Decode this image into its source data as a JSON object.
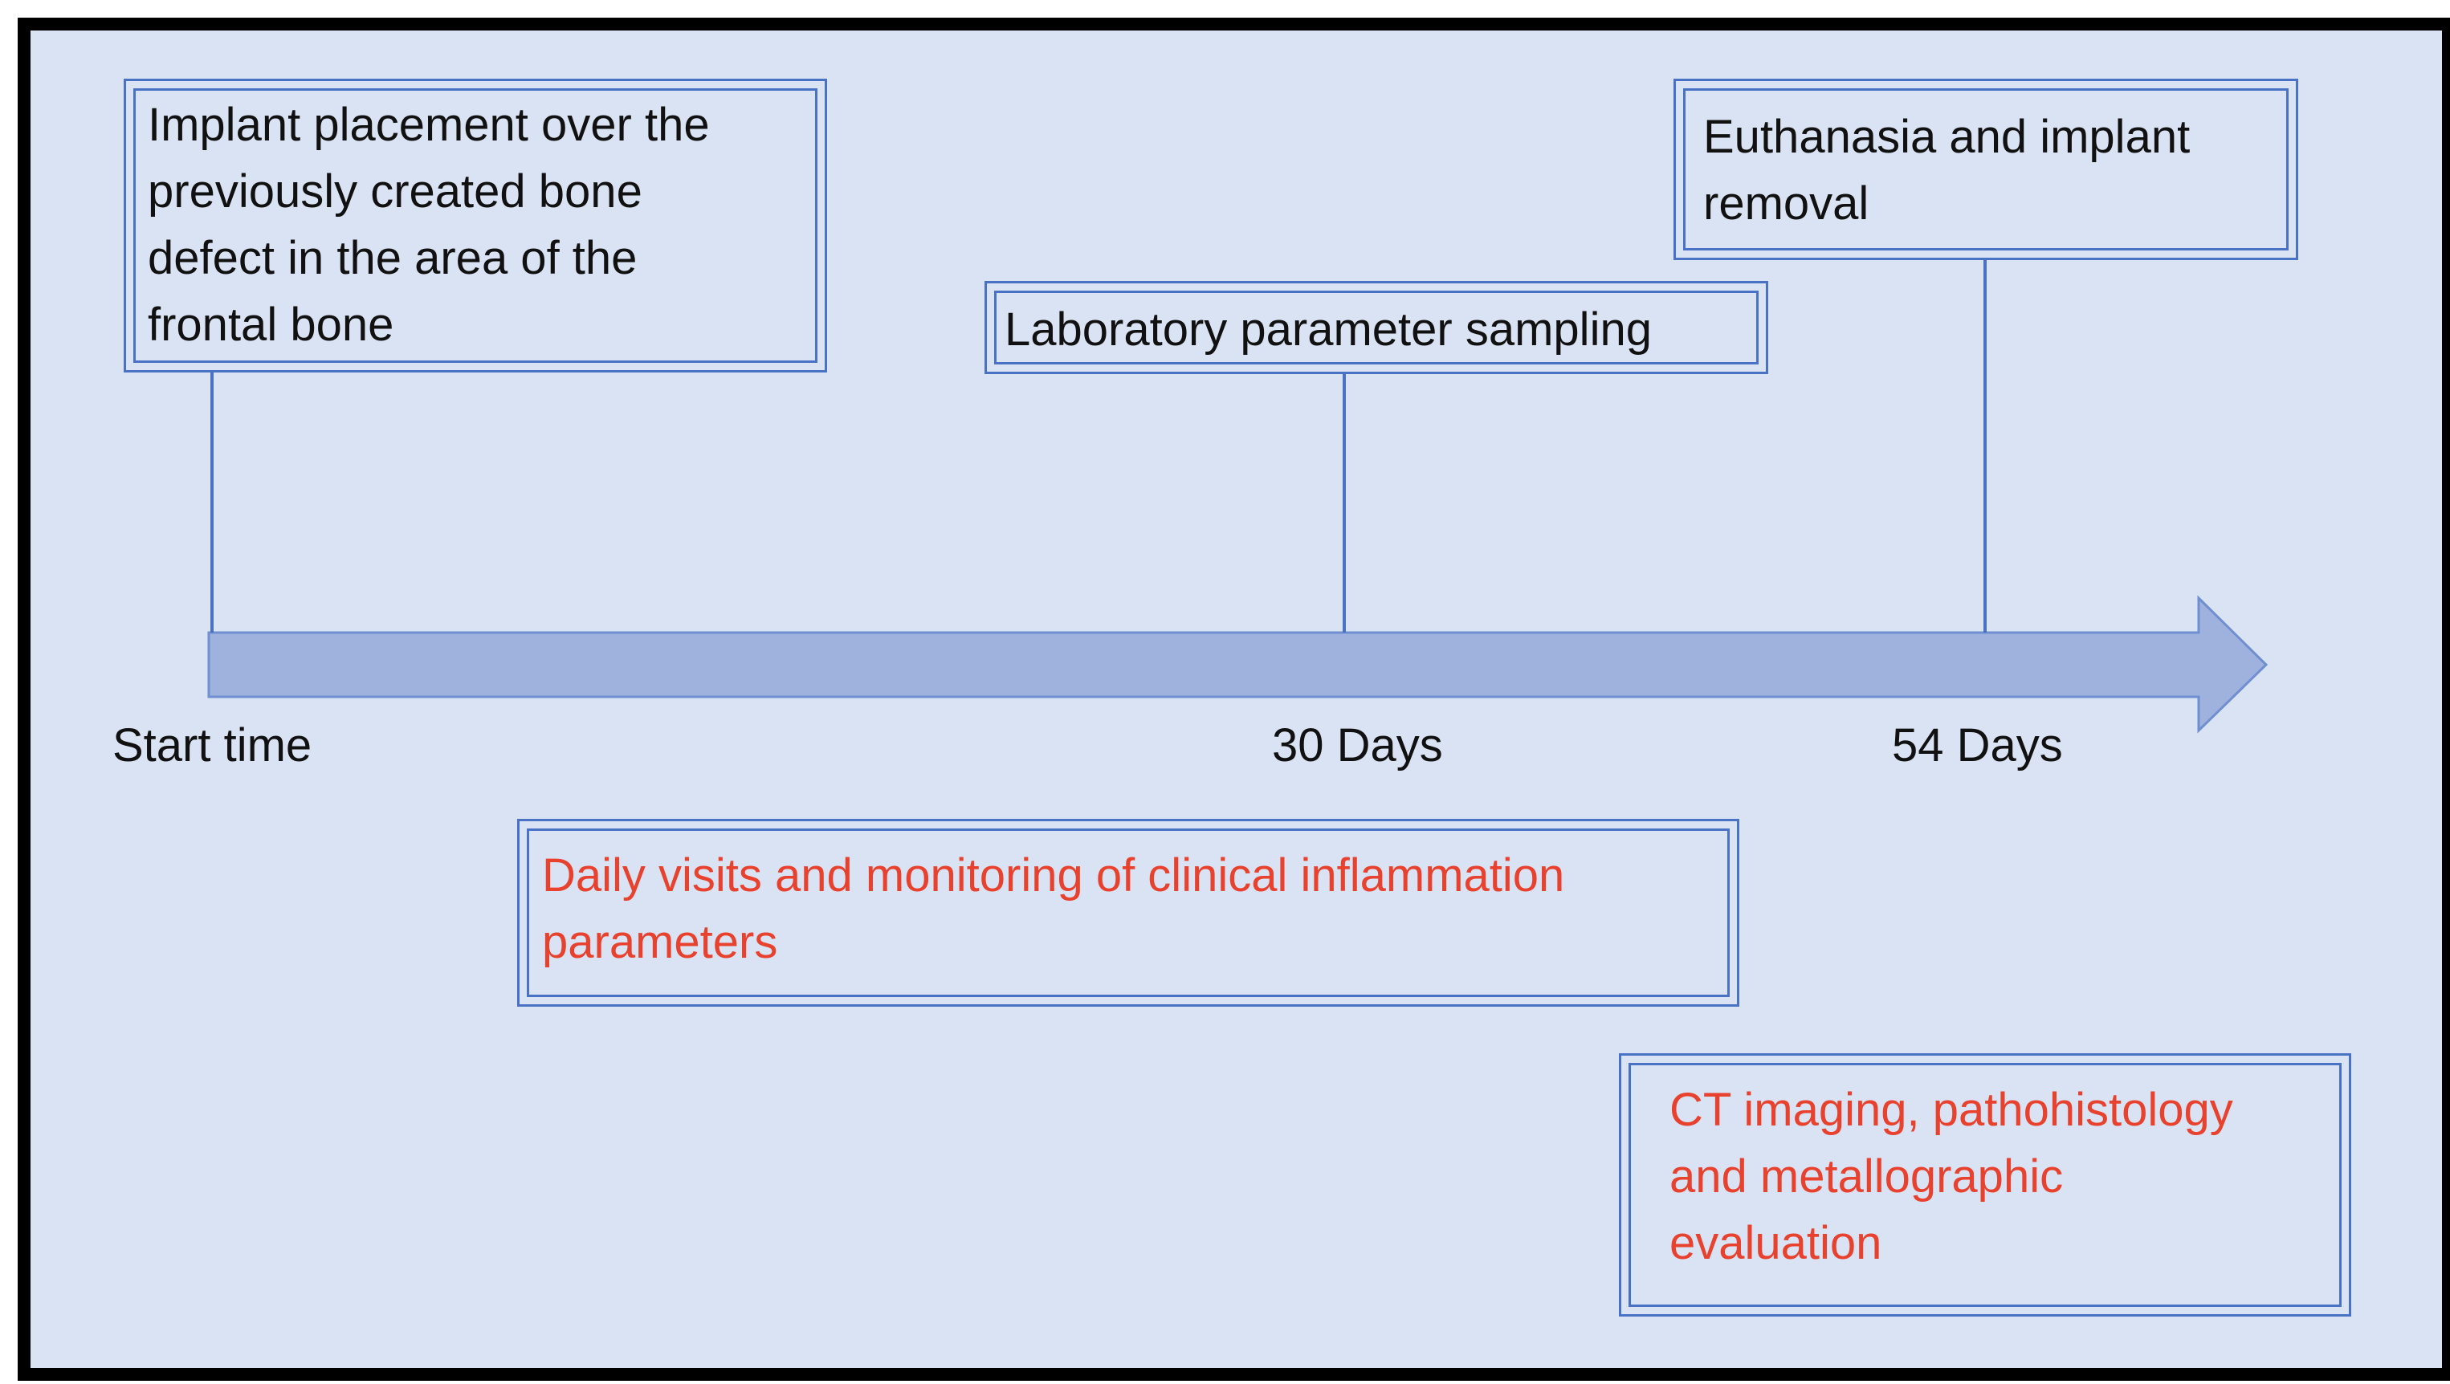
{
  "events": [
    {
      "id": "implant",
      "lines": [
        "Implant placement over the",
        "previously created bone",
        "defect in the area of the",
        "frontal bone"
      ],
      "text_color": "#111111"
    },
    {
      "id": "lab",
      "lines": [
        "Laboratory parameter sampling"
      ],
      "text_color": "#111111"
    },
    {
      "id": "euthanasia",
      "lines": [
        "Euthanasia and implant",
        "removal"
      ],
      "text_color": "#111111"
    }
  ],
  "timeline": {
    "labels": [
      "Start time",
      "30 Days",
      "54 Days"
    ]
  },
  "notes": [
    {
      "id": "daily",
      "lines": [
        "Daily visits and monitoring of clinical inflammation",
        "parameters"
      ],
      "text_color": "#e8412e"
    },
    {
      "id": "ct",
      "lines": [
        "CT imaging, pathohistology",
        "and metallographic",
        "evaluation"
      ],
      "text_color": "#e8412e"
    }
  ],
  "colors": {
    "background": "#dae3f3",
    "frame": "#000000",
    "box_border": "#4a72c4",
    "arrow_fill": "#9fb2de",
    "arrow_stroke": "#6f8fd0",
    "connector": "#4a72c4",
    "note_text": "#e8412e"
  }
}
